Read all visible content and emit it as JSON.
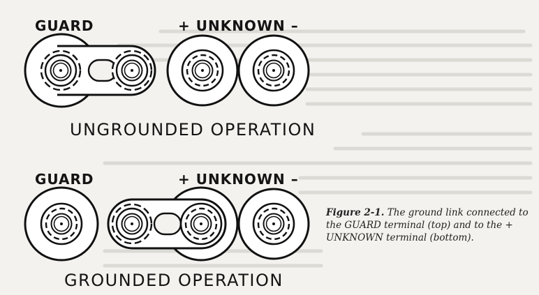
{
  "top_panel": {
    "guard_label": "GUARD",
    "unknown_label": "+ UNKNOWN –",
    "operation_label": "UNGROUNDED OPERATION"
  },
  "bottom_panel": {
    "guard_label": "GUARD",
    "unknown_label": "+ UNKNOWN –",
    "operation_label": "GROUNDED OPERATION"
  },
  "caption": {
    "figure_number": "Figure 2-1.",
    "text": " The ground link connected to the GUARD terminal (top) and to the + UNKNOWN terminal (bottom)."
  }
}
